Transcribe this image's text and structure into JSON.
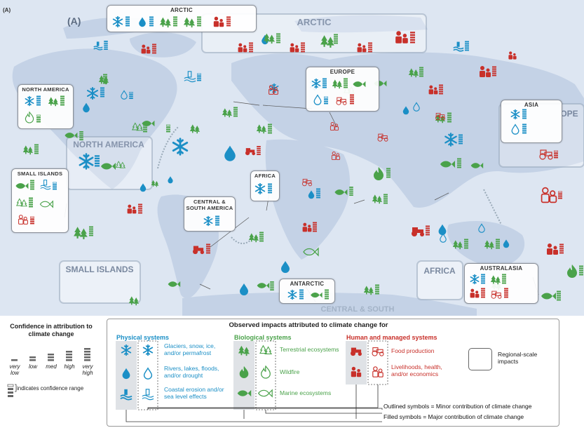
{
  "figure": {
    "small_label": "(A)",
    "panel_label": "(A)"
  },
  "map": {
    "background_labels": {
      "arctic": "ARCTIC",
      "north_america": "NORTH AMERICA",
      "small_islands": "SMALL ISLANDS",
      "africa": "AFRICA",
      "europe_partial": "OPE",
      "central_south": "CENTRAL & SOUTH"
    },
    "regions": [
      {
        "name": "ARCTIC",
        "icons": [
          "glacier-filled",
          "water-filled",
          "terrestrial-filled",
          "terrestrial-filled",
          "livelihood-filled"
        ]
      },
      {
        "name": "NORTH AMERICA",
        "icons": [
          "glacier-filled",
          "terrestrial-filled",
          "wildfire-outline"
        ]
      },
      {
        "name": "SMALL ISLANDS",
        "icons": [
          "marine-filled",
          "coastal-outline",
          "terrestrial-outline",
          "marine-outline",
          "livelihood-outline"
        ]
      },
      {
        "name": "EUROPE",
        "icons": [
          "glacier-outline",
          "terrestrial-filled",
          "marine-filled",
          "water-outline",
          "food-outline"
        ]
      },
      {
        "name": "AFRICA",
        "icons": [
          "glacier-filled"
        ]
      },
      {
        "name": "CENTRAL & SOUTH AMERICA",
        "icons": [
          "glacier-filled"
        ]
      },
      {
        "name": "ASIA",
        "icons": [
          "glacier-outline",
          "water-outline"
        ]
      },
      {
        "name": "AUSTRALASIA",
        "icons": [
          "glacier-filled",
          "terrestrial-filled",
          "livelihood-filled",
          "food-outline"
        ]
      },
      {
        "name": "ANTARCTIC",
        "icons": [
          "glacier-filled",
          "marine-filled"
        ]
      }
    ]
  },
  "legend": {
    "confidence": {
      "title": "Confidence in attribution to climate change",
      "levels": [
        "very low",
        "low",
        "med",
        "high",
        "very high"
      ],
      "range_note": "indicates confidence range"
    },
    "main_title": "Observed impacts attributed to climate change for",
    "physical": {
      "header": "Physical systems",
      "color": "#1b8fc6",
      "items": [
        "Glaciers, snow, ice, and/or permafrost",
        "Rivers, lakes, floods, and/or drought",
        "Coastal erosion and/or sea level effects"
      ]
    },
    "biological": {
      "header": "Biological systems",
      "color": "#4aa24a",
      "items": [
        "Terrestrial ecosystems",
        "Wildfire",
        "Marine ecosystems"
      ]
    },
    "human": {
      "header": "Human and managed systems",
      "color": "#c8302a",
      "items": [
        "Food production",
        "Livelihoods, health, and/or economics"
      ]
    },
    "regional_scale": "Regional-scale impacts",
    "outlined_note": "Outlined symbols = Minor contribution of climate change",
    "filled_note": "Filled symbols = Major contribution of climate change"
  }
}
